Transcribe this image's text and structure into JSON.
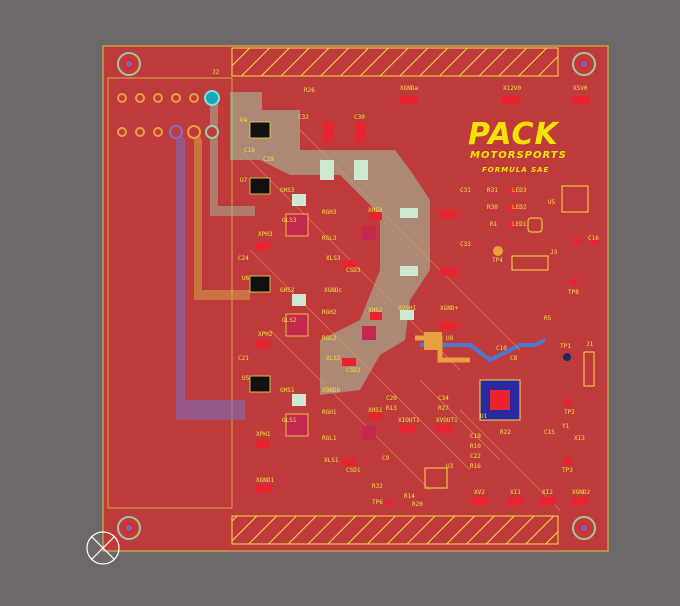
{
  "board": {
    "colors": {
      "substrate": "#bf3b3b",
      "silk": "#f2df4a",
      "background": "#6d6968",
      "pad": "#e8232f",
      "copper_fill": "#9ec9a6"
    },
    "logo": {
      "main": "PACK",
      "sub": "MOTORSPORTS",
      "tagline": "FORMULA SAE"
    },
    "labels": [
      {
        "t": "J2"
      },
      {
        "t": "R26"
      },
      {
        "t": "XGNDa"
      },
      {
        "t": "X12V0"
      },
      {
        "t": "X5V0"
      },
      {
        "t": "U4"
      },
      {
        "t": "C32"
      },
      {
        "t": "C30"
      },
      {
        "t": "C18"
      },
      {
        "t": "C29"
      },
      {
        "t": "U7"
      },
      {
        "t": "GHS3"
      },
      {
        "t": "C31"
      },
      {
        "t": "R31"
      },
      {
        "t": "LED3"
      },
      {
        "t": "R30"
      },
      {
        "t": "LED2"
      },
      {
        "t": "R1"
      },
      {
        "t": "LED1"
      },
      {
        "t": "U5"
      },
      {
        "t": "RGH3"
      },
      {
        "t": "XHS3"
      },
      {
        "t": "GLS3"
      },
      {
        "t": "XPH3"
      },
      {
        "t": "RGL3"
      },
      {
        "t": "C33"
      },
      {
        "t": "C16"
      },
      {
        "t": "J3"
      },
      {
        "t": "C24"
      },
      {
        "t": "XLS3"
      },
      {
        "t": "CSD3"
      },
      {
        "t": "TP4"
      },
      {
        "t": "U6"
      },
      {
        "t": "XGNDc"
      },
      {
        "t": "TP8"
      },
      {
        "t": "GHS2"
      },
      {
        "t": "RGH2"
      },
      {
        "t": "XHS2"
      },
      {
        "t": "XVSHI"
      },
      {
        "t": "XGND+"
      },
      {
        "t": "GLS2"
      },
      {
        "t": "RGL2"
      },
      {
        "t": "XPH2"
      },
      {
        "t": "U8"
      },
      {
        "t": "C10"
      },
      {
        "t": "C8"
      },
      {
        "t": "R5"
      },
      {
        "t": "C21"
      },
      {
        "t": "XLS2"
      },
      {
        "t": "CSD2"
      },
      {
        "t": "TP1"
      },
      {
        "t": "J1"
      },
      {
        "t": "U5"
      },
      {
        "t": "GHS1"
      },
      {
        "t": "XGNDb"
      },
      {
        "t": "C20"
      },
      {
        "t": "C34"
      },
      {
        "t": "R13"
      },
      {
        "t": "R27"
      },
      {
        "t": "RGH1"
      },
      {
        "t": "XHS1"
      },
      {
        "t": "XIOUT1"
      },
      {
        "t": "XVOUT1"
      },
      {
        "t": "U1"
      },
      {
        "t": "TP2"
      },
      {
        "t": "C15"
      },
      {
        "t": "Y1"
      },
      {
        "t": "XI3"
      },
      {
        "t": "GLS1"
      },
      {
        "t": "RGL1"
      },
      {
        "t": "XPH1"
      },
      {
        "t": "C19"
      },
      {
        "t": "R10"
      },
      {
        "t": "C22"
      },
      {
        "t": "R16"
      },
      {
        "t": "R22"
      },
      {
        "t": "XLS1"
      },
      {
        "t": "CSD1"
      },
      {
        "t": "C9"
      },
      {
        "t": "U3"
      },
      {
        "t": "TP3"
      },
      {
        "t": "XGND1"
      },
      {
        "t": "R32"
      },
      {
        "t": "XV2"
      },
      {
        "t": "XI1"
      },
      {
        "t": "XI2"
      },
      {
        "t": "XGND2"
      },
      {
        "t": "TP6"
      },
      {
        "t": "R14"
      },
      {
        "t": "R20"
      }
    ]
  }
}
